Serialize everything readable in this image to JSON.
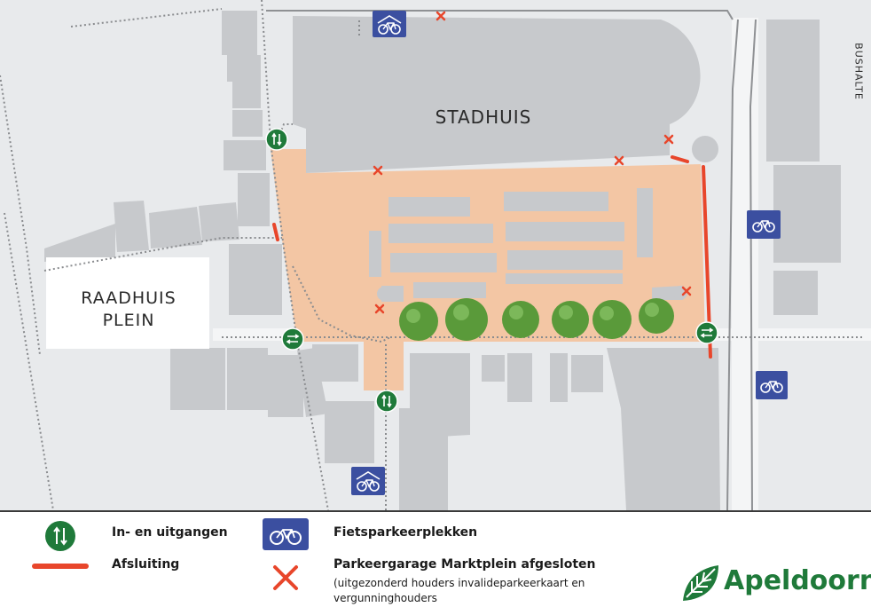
{
  "map": {
    "labels": {
      "stadhuis": "STADHUIS",
      "raadhuisplein_line1": "RAADHUIS",
      "raadhuisplein_line2": "PLEIN",
      "bushalte": "BUSHALTE"
    },
    "colors": {
      "background": "#e8eaec",
      "building": "#c7c9cc",
      "square": "#f3c6a4",
      "closure": "#e8462b",
      "entry": "#1f7a3a",
      "bike": "#3b4fa0",
      "path": "#8a8c8f",
      "tree": "#5a9a3a"
    }
  },
  "legend": {
    "entries_label": "In- en uitgangen",
    "closure_label": "Afsluiting",
    "bike_label": "Fietsparkeerplekken",
    "garage_label": "Parkeergarage Marktplein afgesloten",
    "garage_note_line1": "(uitgezonderd houders invalideparkeerkaart en",
    "garage_note_line2": "vergunninghouders"
  },
  "brand": {
    "name": "Apeldoorn",
    "color": "#1f7a3a"
  }
}
